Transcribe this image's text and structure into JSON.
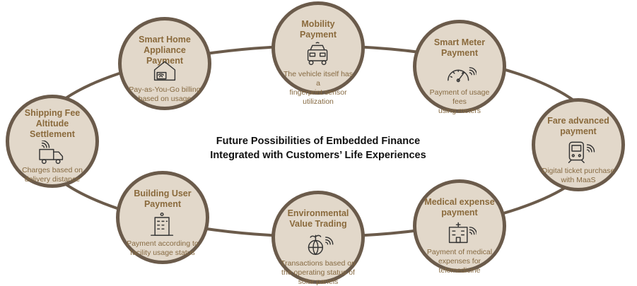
{
  "center_title": {
    "line1": "Future Possibilities of Embedded Finance",
    "line2": "Integrated with Customers’ Life Experiences"
  },
  "colors": {
    "node_fill": "#e2d8ca",
    "node_border": "#6b5b4b",
    "ring": "#6b5b4b",
    "title_text": "#8a6a3c",
    "desc_text": "#866a42",
    "icon_stroke": "#333333"
  },
  "nodes": [
    {
      "key": "mobility",
      "title": [
        "Mobility",
        "Payment"
      ],
      "icon": "vehicle-icon",
      "desc": [
        "The vehicle itself has a",
        "fingerprint sensor",
        "utilization"
      ]
    },
    {
      "key": "smart-meter",
      "title": [
        "Smart Meter",
        "Payment"
      ],
      "icon": "gauge-icon",
      "desc": [
        "Payment of usage fees",
        "using meters"
      ]
    },
    {
      "key": "fare-advanced",
      "title": [
        "Fare advanced",
        "payment"
      ],
      "icon": "train-icon",
      "desc": [
        "Digital ticket purchase",
        "with MaaS"
      ]
    },
    {
      "key": "medical",
      "title": [
        "Medical expense",
        "payment"
      ],
      "icon": "hospital-icon",
      "desc": [
        "Payment of medical",
        "expenses for",
        "telemedicine"
      ]
    },
    {
      "key": "environmental",
      "title": [
        "Environmental",
        "Value Trading"
      ],
      "icon": "globe-plant-icon",
      "desc": [
        "Transactions based on",
        "the operating status of",
        "solar panels"
      ]
    },
    {
      "key": "building",
      "title": [
        "Building User",
        "Payment"
      ],
      "icon": "building-icon",
      "desc": [
        "Payment according to",
        "facility usage status"
      ]
    },
    {
      "key": "shipping",
      "title": [
        "Shipping Fee",
        "Altitude",
        "Settlement"
      ],
      "icon": "truck-icon",
      "desc": [
        "Charges based on",
        "delivery distance"
      ]
    },
    {
      "key": "smart-home",
      "title": [
        "Smart Home",
        "Appliance Payment"
      ],
      "icon": "house-icon",
      "desc": [
        "Pay-as-You-Go billing",
        "based on usage"
      ]
    }
  ]
}
